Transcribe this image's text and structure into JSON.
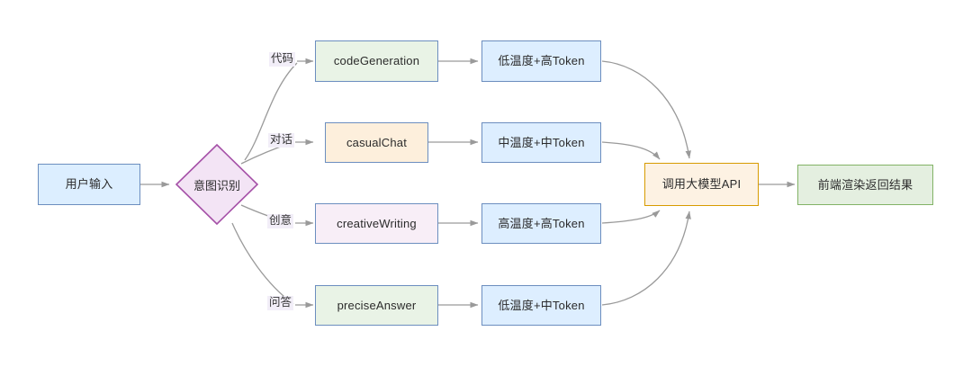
{
  "diagram": {
    "title": "LLM intent routing flowchart",
    "background": "#ffffff",
    "edge_color": "#9a9a9a",
    "nodes": {
      "user_input": {
        "label": "用户输入",
        "shape": "rect",
        "fill": "#dceeff",
        "stroke": "#6c8ebf"
      },
      "intent": {
        "label": "意图识别",
        "shape": "diamond",
        "fill": "#f3e4f5",
        "stroke": "#a550a7"
      },
      "code_generation": {
        "label": "codeGeneration",
        "shape": "rect",
        "fill": "#e9f3e6",
        "stroke": "#6c8ebf"
      },
      "casual_chat": {
        "label": "casualChat",
        "shape": "rect",
        "fill": "#fdefdc",
        "stroke": "#6c8ebf"
      },
      "creative_writing": {
        "label": "creativeWriting",
        "shape": "rect",
        "fill": "#f8eef7",
        "stroke": "#6c8ebf"
      },
      "precise_answer": {
        "label": "preciseAnswer",
        "shape": "rect",
        "fill": "#e9f3e6",
        "stroke": "#6c8ebf"
      },
      "temp_code": {
        "label": "低温度+高Token",
        "shape": "rect",
        "fill": "#ddeeff",
        "stroke": "#6c8ebf"
      },
      "temp_chat": {
        "label": "中温度+中Token",
        "shape": "rect",
        "fill": "#ddeeff",
        "stroke": "#6c8ebf"
      },
      "temp_creative": {
        "label": "高温度+高Token",
        "shape": "rect",
        "fill": "#ddeeff",
        "stroke": "#6c8ebf"
      },
      "temp_answer": {
        "label": "低温度+中Token",
        "shape": "rect",
        "fill": "#ddeeff",
        "stroke": "#6c8ebf"
      },
      "call_api": {
        "label": "调用大模型API",
        "shape": "rect",
        "fill": "#fdf2e3",
        "stroke": "#d79b00"
      },
      "render_result": {
        "label": "前端渲染返回结果",
        "shape": "rect",
        "fill": "#e4efe0",
        "stroke": "#82b366"
      }
    },
    "edge_labels": {
      "code": "代码",
      "chat": "对话",
      "creative": "创意",
      "answer": "问答"
    }
  }
}
